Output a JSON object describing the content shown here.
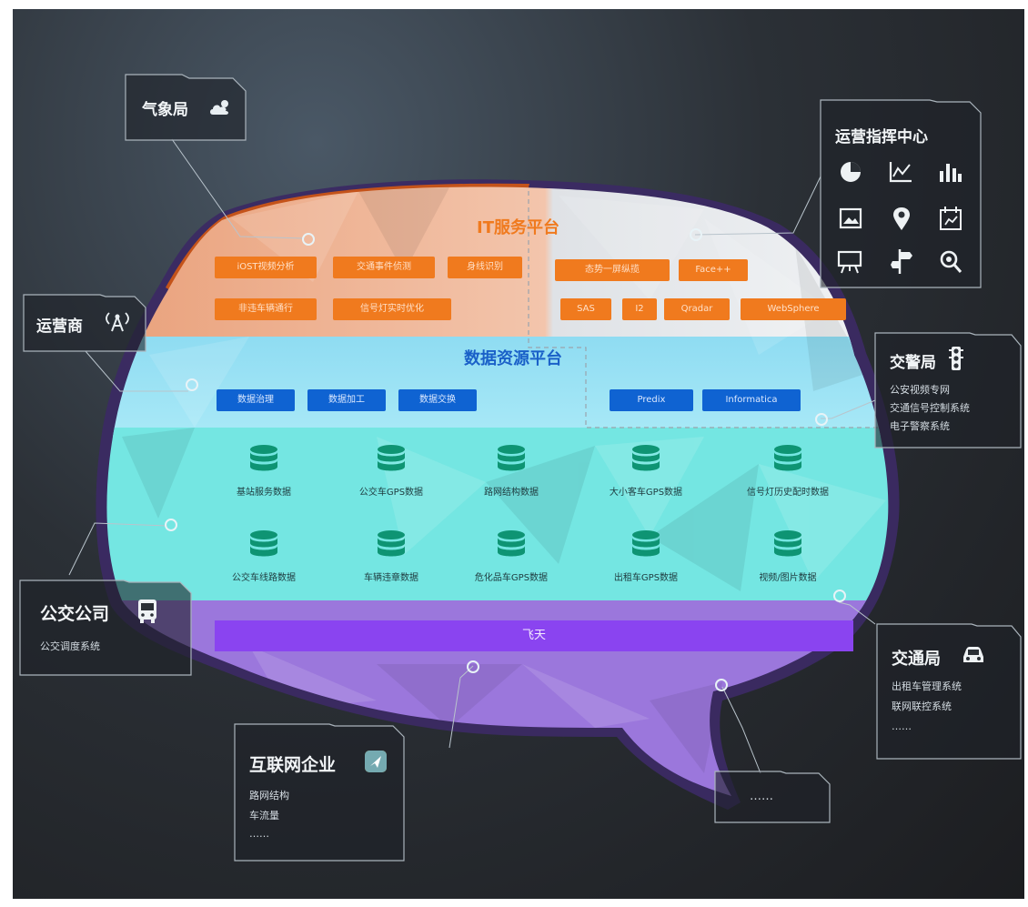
{
  "layers": {
    "it_platform": {
      "title": "IT服务平台",
      "left_chips": [
        "iOST视频分析",
        "交通事件侦测",
        "身线识别",
        "非违车辆通行",
        "信号灯实时优化"
      ],
      "right_chips": [
        "态势一屏纵揽",
        "Face++",
        "SAS",
        "I2",
        "Qradar",
        "WebSphere"
      ]
    },
    "data_platform": {
      "title": "数据资源平台",
      "left_chips": [
        "数据治理",
        "数据加工",
        "数据交换"
      ],
      "right_chips": [
        "Predix",
        "Informatica"
      ]
    },
    "databases": {
      "row1": [
        "基站服务数据",
        "公交车GPS数据",
        "路网结构数据",
        "大小客车GPS数据",
        "信号灯历史配时数据"
      ],
      "row2": [
        "公交车线路数据",
        "车辆违章数据",
        "危化品车GPS数据",
        "出租车GPS数据",
        "视频/图片数据"
      ]
    },
    "base": {
      "label": "飞天"
    }
  },
  "boxes": {
    "weather": {
      "title": "气象局",
      "icon": "cloud-sun-icon"
    },
    "carrier": {
      "title": "运营商",
      "icon": "antenna-icon"
    },
    "ops_center": {
      "title": "运营指挥中心",
      "icons": [
        "pie-chart-icon",
        "line-chart-icon",
        "bar-chart-icon",
        "image-icon",
        "location-pin-icon",
        "calendar-icon",
        "presentation-icon",
        "directions-sign-icon",
        "search-icon"
      ]
    },
    "traffic_police": {
      "title": "交警局",
      "icon": "traffic-light-icon",
      "lines": [
        "公安视频专网",
        "交通信号控制系统",
        "电子警察系统"
      ]
    },
    "bus_company": {
      "title": "公交公司",
      "icon": "bus-icon",
      "lines": [
        "公交调度系统"
      ]
    },
    "transport_bureau": {
      "title": "交通局",
      "icon": "car-icon",
      "lines": [
        "出租车管理系统",
        "联网联控系统",
        "……"
      ]
    },
    "internet": {
      "title": "互联网企业",
      "icon": "app-logo-icon",
      "lines": [
        "路网结构",
        "车流量",
        "……"
      ]
    },
    "more": {
      "title": "……"
    }
  },
  "colors": {
    "it_orange": "#f07a1e",
    "data_blue": "#0f63d2",
    "cyan_band": "#6fe3e3",
    "purple_base": "#8a44f0",
    "db_green": "#0e9473"
  }
}
